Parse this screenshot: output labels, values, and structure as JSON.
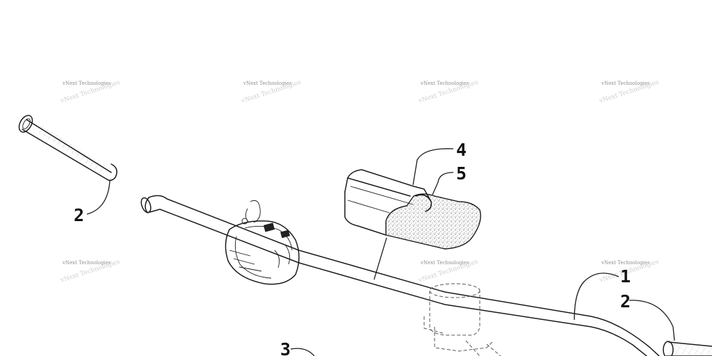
{
  "diagram": {
    "callouts": [
      {
        "id": "c1",
        "label": "1"
      },
      {
        "id": "c2a",
        "label": "2"
      },
      {
        "id": "c2b",
        "label": "2"
      },
      {
        "id": "c3",
        "label": "3"
      },
      {
        "id": "c4",
        "label": "4"
      },
      {
        "id": "c5",
        "label": "5"
      }
    ],
    "watermark": {
      "text": "vNext Technologies",
      "count": 7
    }
  }
}
